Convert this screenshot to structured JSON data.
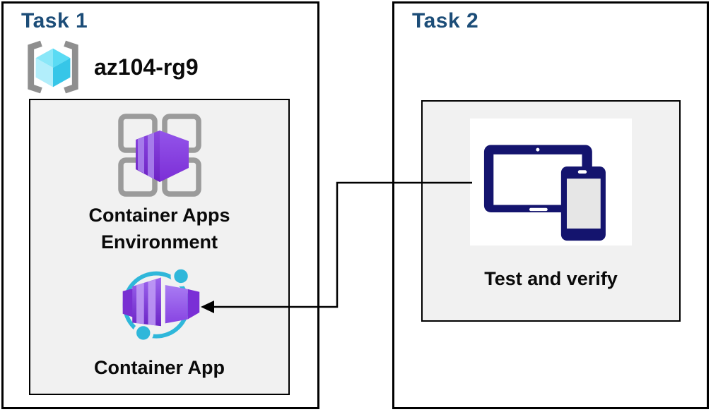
{
  "diagram": {
    "tasks": [
      {
        "id": "task1",
        "title": "Task 1",
        "resource_group": {
          "name": "az104-rg9",
          "icon": "resource-group-icon"
        },
        "nodes": [
          {
            "label": "Container Apps Environment",
            "icon": "container-apps-environment-icon"
          },
          {
            "label": "Container App",
            "icon": "container-app-icon"
          }
        ]
      },
      {
        "id": "task2",
        "title": "Task 2",
        "nodes": [
          {
            "label": "Test and verify",
            "icon": "devices-icon"
          }
        ]
      }
    ],
    "connector": {
      "from": "devices-icon",
      "to": "container-app-icon",
      "type": "elbow",
      "arrowhead": "points-left-at-container-app"
    },
    "colors": {
      "task_title": "#1C4D78",
      "panel_border": "#000000",
      "node_box_fill": "#F1F1F1",
      "bracket_gray": "#8F8F8F",
      "grid_gray": "#9B9B9B",
      "azure_purple": "#7C38DD",
      "purple_stripe": "#A982EC",
      "azure_cyan": "#2FB7DA",
      "rg_cube_cyan": "#5ADBF4",
      "device_navy": "#14146E",
      "phone_screen_gray": "#E6E6E6"
    }
  }
}
